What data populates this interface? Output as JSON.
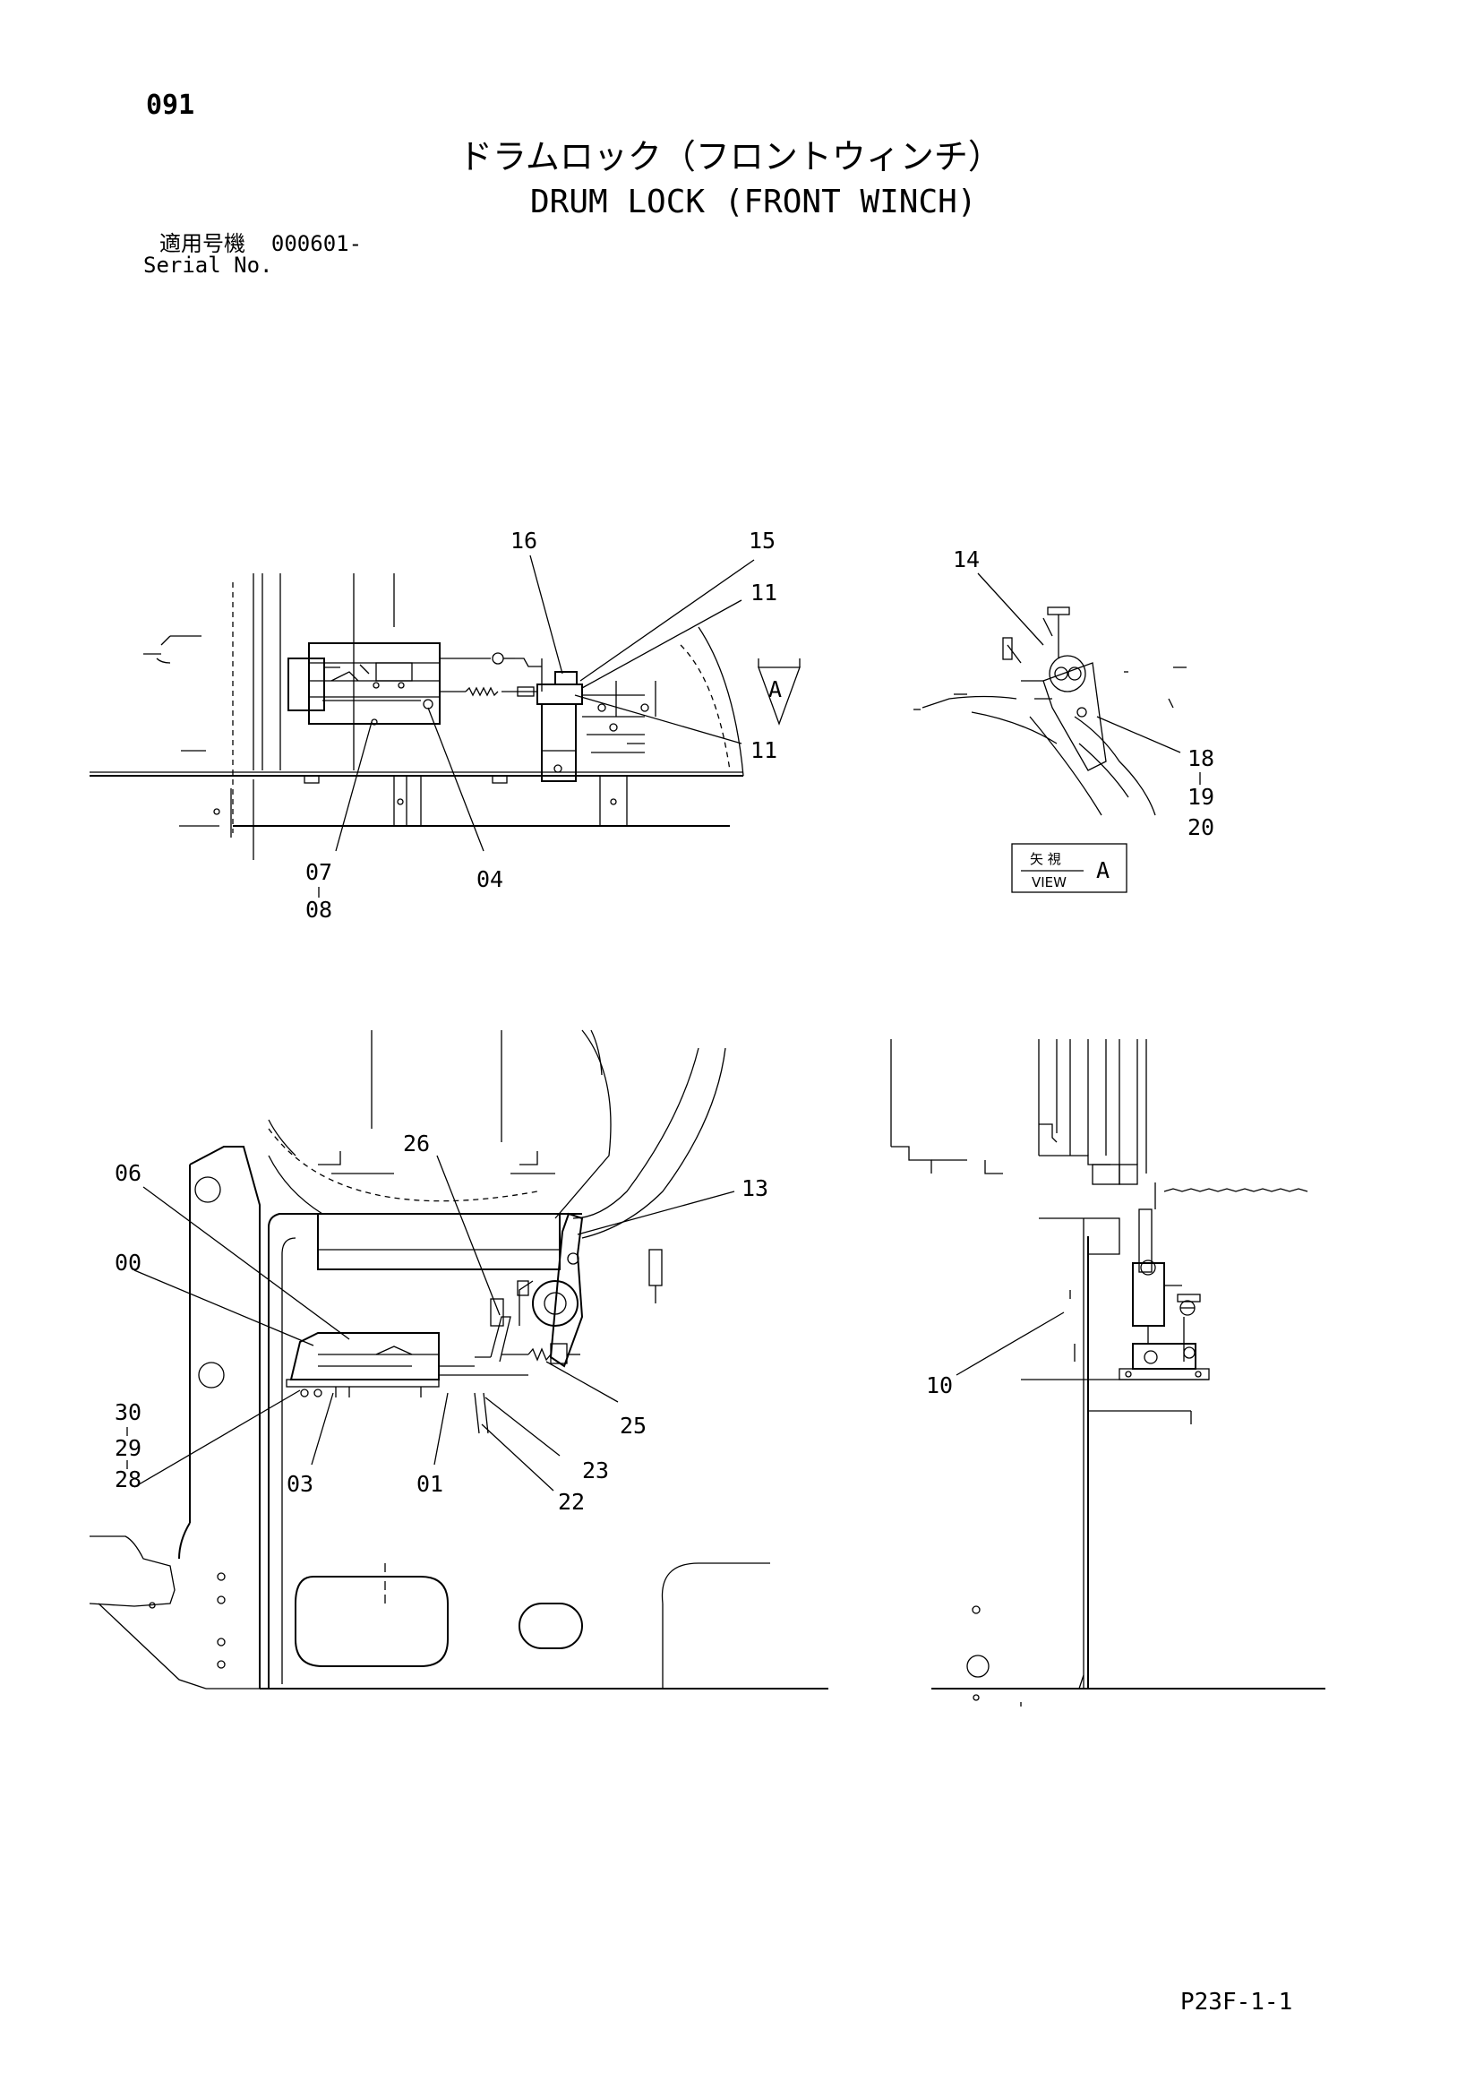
{
  "header": {
    "page_number": "091",
    "title_jp": "ドラムロック（フロントウィンチ）",
    "title_en": "DRUM LOCK (FRONT WINCH)",
    "serial_label_jp": "適用号機",
    "serial_value": "000601-",
    "serial_label_en": "Serial No."
  },
  "view_marker": {
    "letter": "A",
    "view_jp": "矢 視",
    "view_en": "VIEW"
  },
  "callouts": {
    "top_left": [
      "16",
      "15",
      "11",
      "11",
      "07",
      "08",
      "04"
    ],
    "top_right": [
      "14",
      "18",
      "19",
      "20"
    ],
    "bottom_left": [
      "26",
      "13",
      "06",
      "00",
      "30",
      "29",
      "28",
      "03",
      "01",
      "25",
      "23",
      "22"
    ],
    "bottom_right": [
      "10"
    ]
  },
  "footer": {
    "code": "P23F-1-1"
  }
}
